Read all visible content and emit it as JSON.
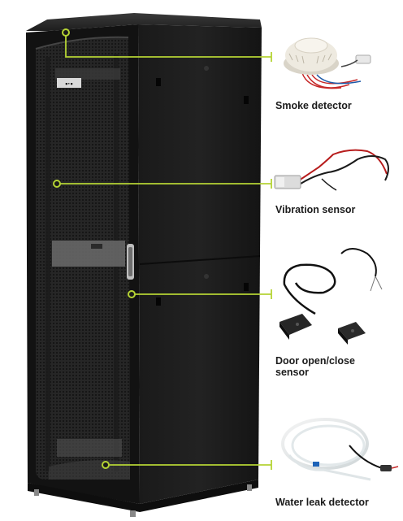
{
  "labels": {
    "smoke": "Smoke detector",
    "vibration": "Vibration sensor",
    "door_line1": "Door open/close",
    "door_line2": "sensor",
    "water": "Water leak detector"
  },
  "colors": {
    "callout": "#b5d334",
    "cabinet": "#161616",
    "background": "#ffffff"
  },
  "icons": {
    "brand_logo": "eaton-logo"
  }
}
